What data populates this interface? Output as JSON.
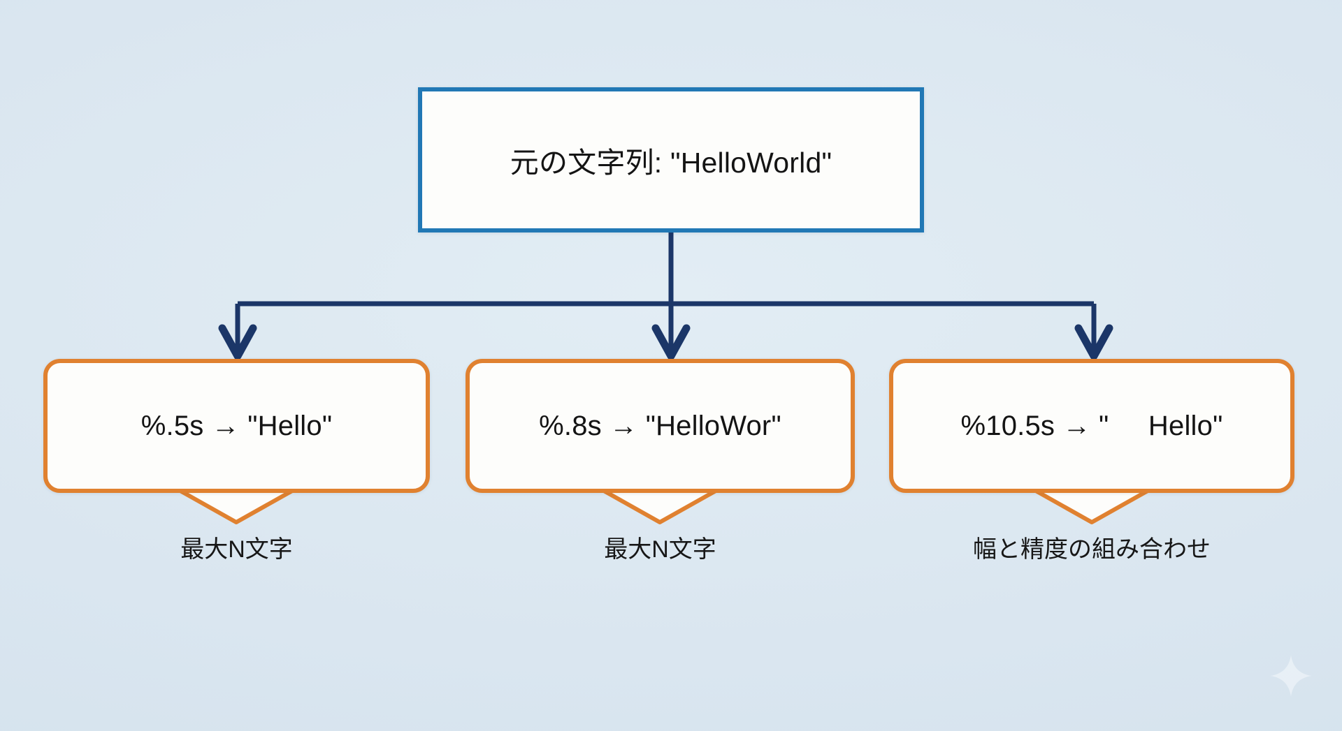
{
  "background": {
    "color": "#dce8f0",
    "accent_blue": "#2178b5",
    "accent_orange": "#e08130",
    "connector_navy": "#1b3668"
  },
  "root": {
    "label": "元の文字列: \"HelloWorld\"",
    "border_color": "#2178b5"
  },
  "branches": [
    {
      "format": "%.5s → \"Hello\"",
      "caption": "最大N文字",
      "border_color": "#e08130"
    },
    {
      "format": "%.8s → \"HelloWor\"",
      "caption": "最大N文字",
      "border_color": "#e08130"
    },
    {
      "format": "%10.5s → \"     Hello\"",
      "caption": "幅と精度の組み合わせ",
      "border_color": "#e08130"
    }
  ],
  "watermark": {
    "icon": "sparkle-icon"
  }
}
